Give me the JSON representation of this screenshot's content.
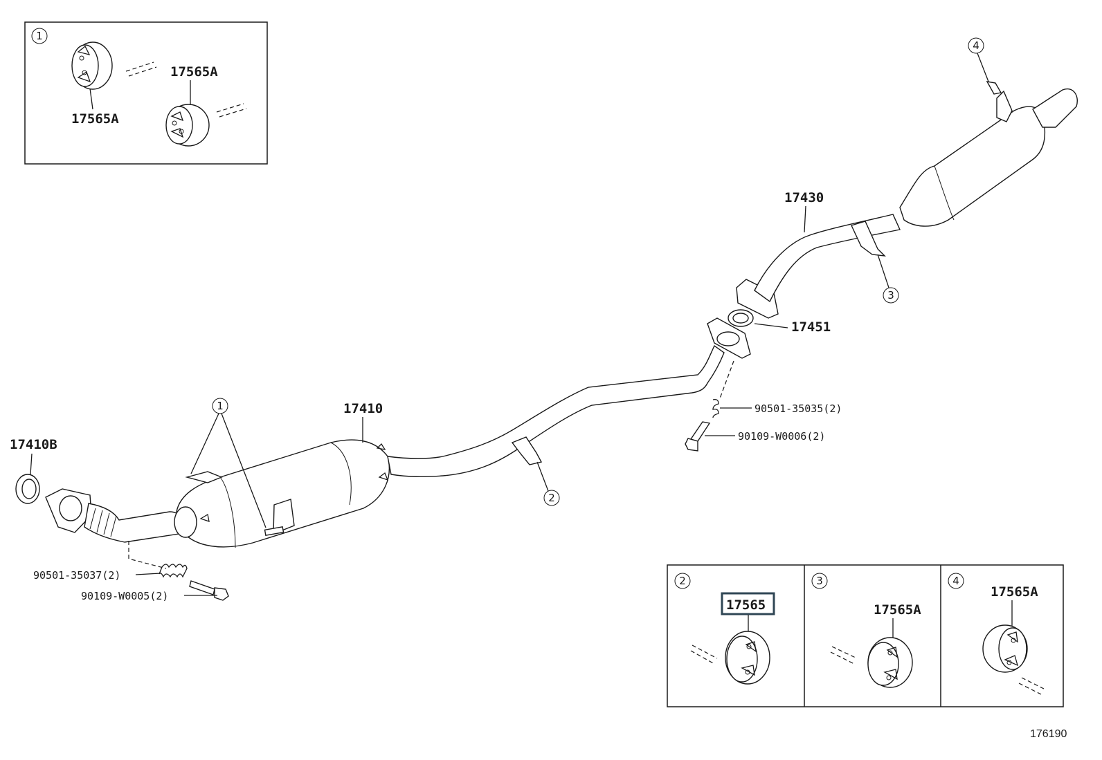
{
  "figure_number": "176190",
  "labels": {
    "p17410B": "17410B",
    "p17410": "17410",
    "p17430": "17430",
    "p17451": "17451",
    "p90501_35035": "90501-35035(2)",
    "p90109_W0006": "90109-W0006(2)",
    "p90501_35037": "90501-35037(2)",
    "p90109_W0005": "90109-W0005(2)"
  },
  "callouts": [
    "1",
    "2",
    "3",
    "4"
  ],
  "inset_1": {
    "callout": "1",
    "labels": [
      "17565A",
      "17565A"
    ]
  },
  "inset_2": {
    "callout": "2",
    "label": "17565",
    "highlighted": true,
    "highlight_color": "#2f4654"
  },
  "inset_3": {
    "callout": "3",
    "label": "17565A"
  },
  "inset_4": {
    "callout": "4",
    "label": "17565A"
  }
}
